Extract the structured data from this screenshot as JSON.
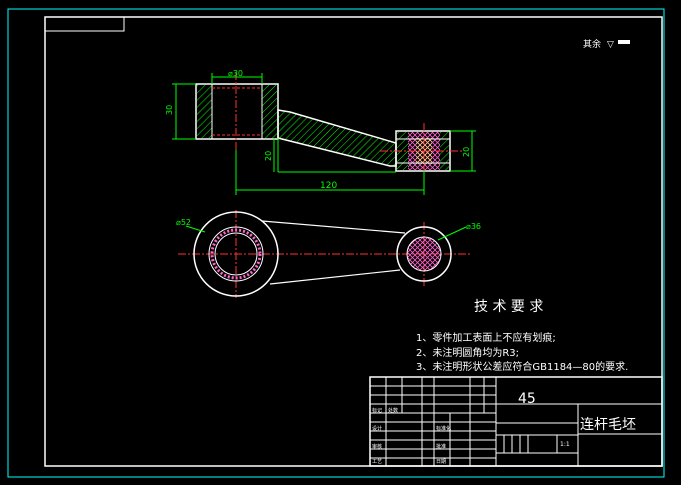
{
  "surface_note": {
    "label": "其余",
    "symbol": "▽"
  },
  "dimensions": {
    "top_width": "⌀30",
    "left_height": "30",
    "web_height": "20",
    "right_height": "20",
    "center_distance": "120",
    "big_dia": "⌀52",
    "small_dia": "⌀36"
  },
  "requirements": {
    "title": "技 术 要 求",
    "items": [
      "1、零件加工表面上不应有划痕;",
      "2、未注明圆角均为R3;",
      "3、未注明形状公差应符合GB1184—80的要求."
    ]
  },
  "title_block": {
    "material": "45",
    "part_name": "连杆毛坯",
    "scale": "1:1",
    "label_mark": "标记",
    "label_count": "处数",
    "label_design": "设计",
    "label_check": "审核",
    "label_craft": "工艺",
    "label_stdz": "标准化",
    "label_approve": "批准",
    "label_date": "日期"
  },
  "colors": {
    "line": "#ffffff",
    "dim": "#00ff00",
    "center": "#ff3030",
    "hatch": "#00ff00",
    "section": "#ff66cc"
  }
}
